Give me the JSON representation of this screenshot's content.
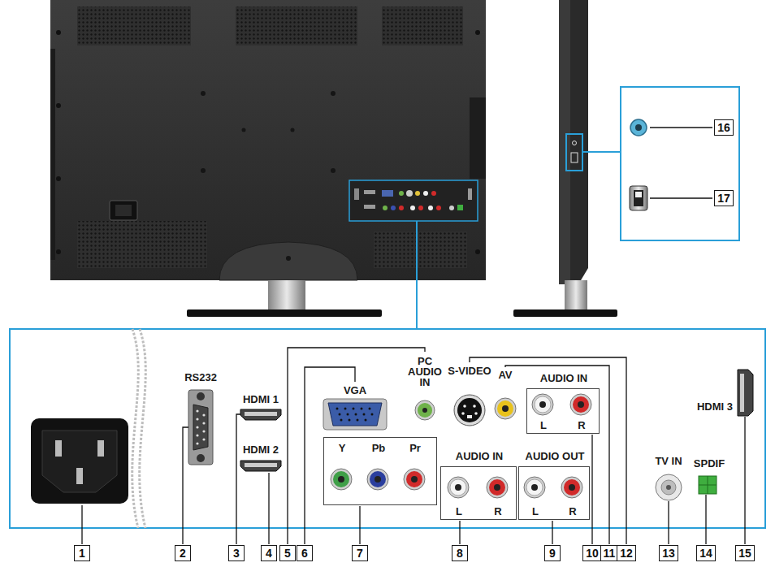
{
  "diagram": {
    "nodes": [
      {
        "text": [
          "AUDIO IN",
          "L",
          "R"
        ]
      },
      {
        "text": [
          "Y",
          "Pb",
          "Pr"
        ]
      },
      {
        "text": [
          "AUDIO IN",
          "L",
          "R"
        ]
      },
      {
        "text": [
          "AUDIO OUT",
          "L",
          "R"
        ]
      },
      {
        "text": [
          "1"
        ]
      },
      {
        "text": [
          "2"
        ]
      },
      {
        "text": [
          "3"
        ]
      },
      {
        "text": [
          "4"
        ]
      },
      {
        "text": [
          "5"
        ]
      },
      {
        "text": [
          "6"
        ]
      },
      {
        "text": [
          "7"
        ]
      },
      {
        "text": [
          "8"
        ]
      },
      {
        "text": [
          "9"
        ]
      },
      {
        "text": [
          "10"
        ]
      },
      {
        "text": [
          "11"
        ]
      },
      {
        "text": [
          "12"
        ]
      },
      {
        "text": [
          "13"
        ]
      },
      {
        "text": [
          "14"
        ]
      },
      {
        "text": [
          "15"
        ]
      },
      {
        "text": [
          "16"
        ]
      },
      {
        "text": [
          "17"
        ]
      }
    ],
    "labels": [
      "RS232",
      "HDMI 1",
      "HDMI 2",
      "VGA",
      "PC AUDIO IN",
      "S-VIDEO",
      "AV",
      "TV IN",
      "SPDIF",
      "HDMI 3"
    ]
  }
}
